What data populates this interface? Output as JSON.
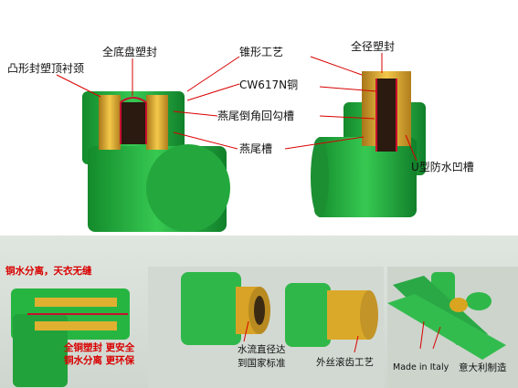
{
  "top_labels": {
    "convex_seal": "凸形封塑顶衬颈",
    "full_base_seal": "全底盘塑封",
    "cone_process": "锥形工艺",
    "cw617n_copper": "CW617N铜",
    "dovetail_groove_chamfer": "燕尾倒角回勾槽",
    "dovetail_groove": "燕尾槽",
    "full_diameter_seal": "全径塑封",
    "u_waterproof_groove": "U型防水凹槽"
  },
  "bottom_left": {
    "top_text": "铜水分离，天衣无缝",
    "line1": "全铜塑封 更安全",
    "line2": "铜水分离 更环保"
  },
  "bottom_mid": {
    "water_label_line1": "水流直径达",
    "water_label_line2": "到国家标准",
    "thread_label": "外丝滚齿工艺"
  },
  "bottom_right": {
    "made_in_italy": "Made in Italy",
    "made_in_italy_cn": "意大利制造"
  },
  "colors": {
    "pipe_green": "#27b542",
    "brass": "#d9a520",
    "accent_red": "#d90000",
    "band_bg": "#d6ddd6"
  }
}
